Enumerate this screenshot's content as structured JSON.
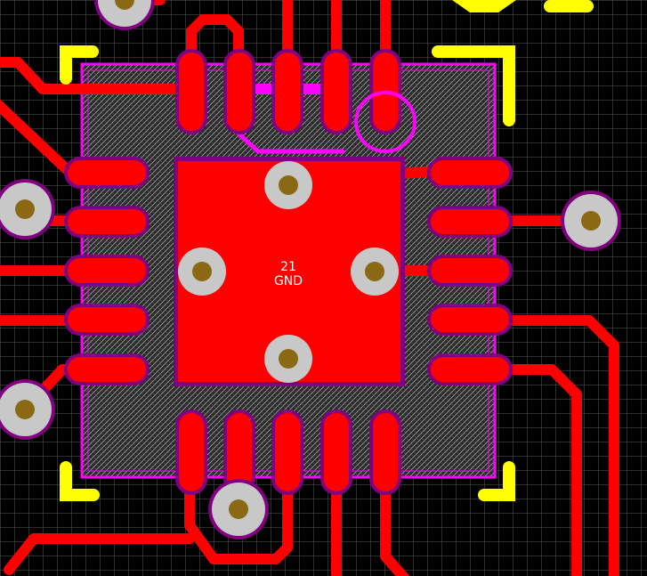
{
  "app": {
    "view": "pcb-editor-canvas"
  },
  "component": {
    "center_pad": {
      "number": "21",
      "net": "GND"
    }
  },
  "colors": {
    "background": "#000000",
    "grid": "#5a5a5a",
    "copper": "#ff0000",
    "pad_outline": "#800080",
    "silkscreen": "#ffff00",
    "courtyard": "#ff00ff",
    "via_ring": "#c8c8c8",
    "via_drill": "#8b6914"
  },
  "icons": {
    "via": "via-icon",
    "pin1_marker": "pin1-circle-icon",
    "silk_corner": "silk-corner-icon"
  }
}
